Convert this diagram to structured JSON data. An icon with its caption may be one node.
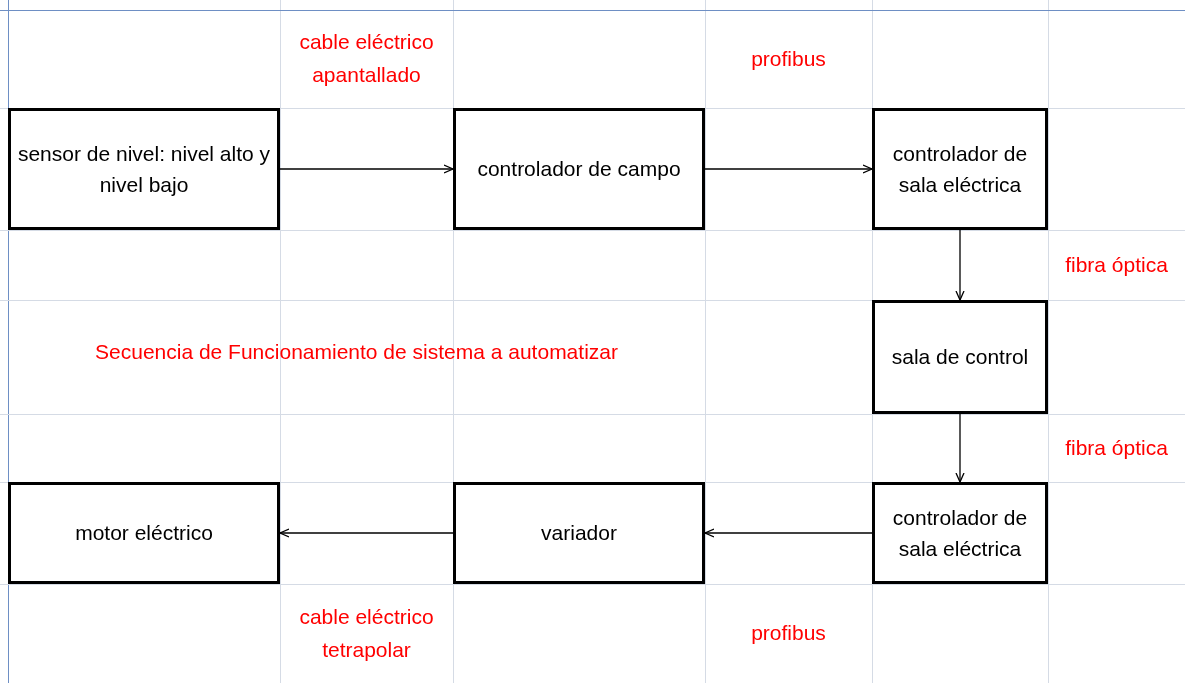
{
  "diagram": {
    "title": "Secuencia de Funcionamiento de sistema a automatizar",
    "nodes": [
      {
        "text": [
          "sensor de nivel: nivel alto y nivel bajo"
        ]
      },
      {
        "text": [
          "controlador de campo"
        ]
      },
      {
        "text": [
          "controlador de sala eléctrica"
        ]
      },
      {
        "text": [
          "sala de control"
        ]
      },
      {
        "text": [
          "controlador de sala eléctrica"
        ]
      },
      {
        "text": [
          "variador"
        ]
      },
      {
        "text": [
          "motor eléctrico"
        ]
      }
    ],
    "edges": [
      {
        "from": 0,
        "to": 1,
        "arrow": "to",
        "label": "cable eléctrico apantallado"
      },
      {
        "from": 1,
        "to": 2,
        "arrow": "to",
        "label": "profibus"
      },
      {
        "from": 2,
        "to": 3,
        "arrow": "to",
        "label": "fibra óptica"
      },
      {
        "from": 3,
        "to": 4,
        "arrow": "to",
        "label": "fibra óptica"
      },
      {
        "from": 4,
        "to": 5,
        "arrow": "to",
        "label": "profibus"
      },
      {
        "from": 5,
        "to": 6,
        "arrow": "to",
        "label": "cable eléctrico tetrapolar"
      }
    ]
  }
}
